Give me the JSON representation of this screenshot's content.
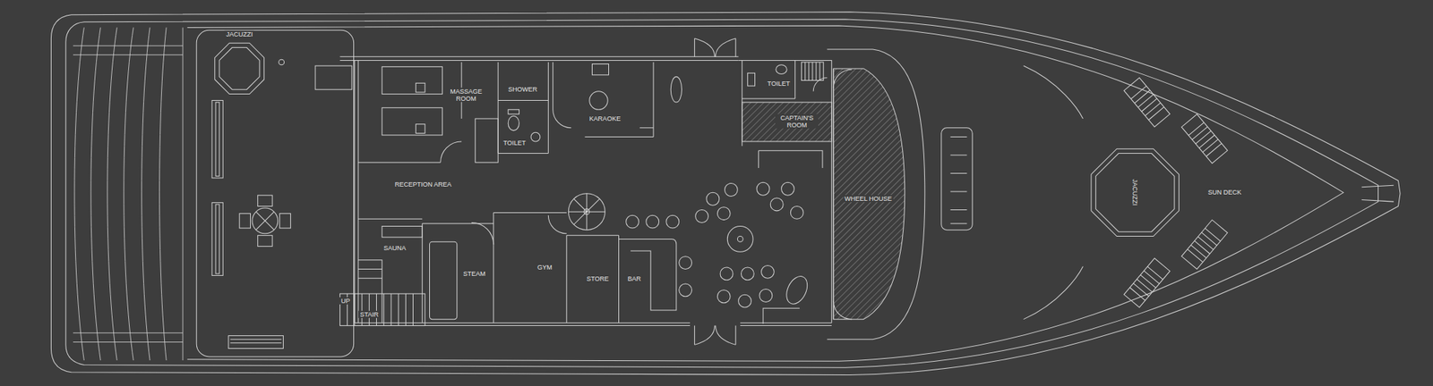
{
  "diagram": {
    "labels": [
      "JACUZZI",
      "MASSAGE ROOM",
      "SHOWER",
      "TOILET",
      "KARAOKE",
      "TOILET",
      "CAPTAIN'S ROOM",
      "RECEPTION AREA",
      "SAUNA",
      "STEAM",
      "GYM",
      "STORE",
      "BAR",
      "UP",
      "STAIR",
      "WHEEL HOUSE",
      "JACUZZI",
      "SUN DECK"
    ]
  }
}
